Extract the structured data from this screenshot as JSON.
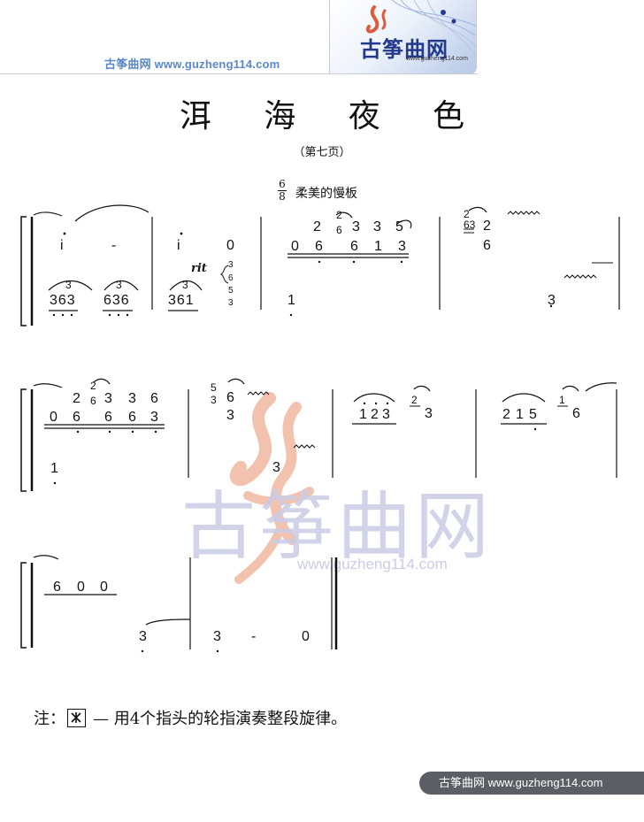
{
  "header": {
    "site_text": "古筝曲网 www.guzheng114.com",
    "logo_text": "古筝曲网",
    "logo_url": "www.guzheng114.com"
  },
  "title": "洱 海 夜 色",
  "subtitle": "（第七页）",
  "tempo": {
    "meter_top": "6",
    "meter_bottom": "8",
    "marking": "柔美的慢板"
  },
  "score": {
    "line1": {
      "m1": {
        "upper": [
          "i",
          "-"
        ],
        "lower": [
          "363",
          "636"
        ],
        "triplet": "3"
      },
      "m2": {
        "upper": [
          "i",
          "0"
        ],
        "lower": "361",
        "triplet": "3",
        "rit": "rit",
        "arpeggio": [
          "3",
          "6",
          "5",
          "3"
        ]
      },
      "m3": {
        "grace": [
          "2",
          "6",
          "3",
          "3"
        ],
        "grace_top": "2",
        "end": "5",
        "notes": [
          "0",
          "6",
          "6",
          "1",
          "3"
        ],
        "lower": "1"
      },
      "m4": {
        "grace": [
          "2",
          "63"
        ],
        "upper": [
          "2",
          "6"
        ],
        "lower": "3"
      }
    },
    "line2": {
      "m1": {
        "grace": [
          "2",
          "6",
          "3",
          "3",
          "6"
        ],
        "grace_top": "2",
        "notes": [
          "0",
          "6",
          "6",
          "6",
          "3"
        ],
        "lower": "1"
      },
      "m2": {
        "grace": [
          "5",
          "3"
        ],
        "upper": "6",
        "lower_upper": "3",
        "lower": "3"
      },
      "m3": {
        "notes": [
          "1",
          "2",
          "3"
        ],
        "grace": "2",
        "end": "3"
      },
      "m4": {
        "notes": [
          "2",
          "1",
          "5"
        ],
        "grace": "1",
        "end": "6"
      }
    },
    "line3": {
      "m1": {
        "notes": [
          "6",
          "0",
          "0"
        ],
        "lower": "3"
      },
      "m2": {
        "lower": [
          "3",
          "-",
          "0"
        ]
      }
    }
  },
  "watermark": {
    "text": "古筝曲网",
    "url": "www.guzheng114.com"
  },
  "note": {
    "prefix": "注：",
    "text": "— 用4个指头的轮指演奏整段旋律。"
  },
  "footer": {
    "text": "古筝曲网 www.guzheng114.com"
  },
  "colors": {
    "site_blue": "#5a88c8",
    "logo_blue": "#233a8c",
    "footer_bg": "#5b5e64",
    "watermark": "#c9cde6",
    "watermark_logo": "#f2c2ae"
  }
}
